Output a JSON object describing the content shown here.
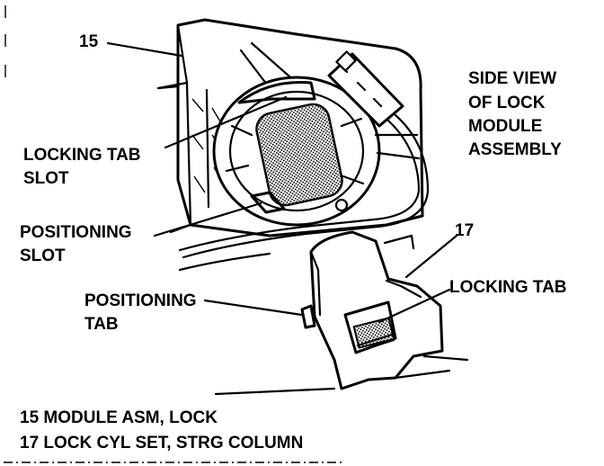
{
  "labels": {
    "ref_15": "15",
    "ref_17": "17",
    "side_view": [
      "SIDE VIEW",
      "OF LOCK",
      "MODULE",
      "ASSEMBLY"
    ],
    "locking_tab_slot": [
      "LOCKING TAB",
      "SLOT"
    ],
    "positioning_slot": [
      "POSITIONING",
      "SLOT"
    ],
    "positioning_tab": [
      "POSITIONING",
      "TAB"
    ],
    "locking_tab": "LOCKING TAB"
  },
  "legend": [
    "15 MODULE ASM, LOCK",
    "17 LOCK CYL SET, STRG COLUMN"
  ]
}
